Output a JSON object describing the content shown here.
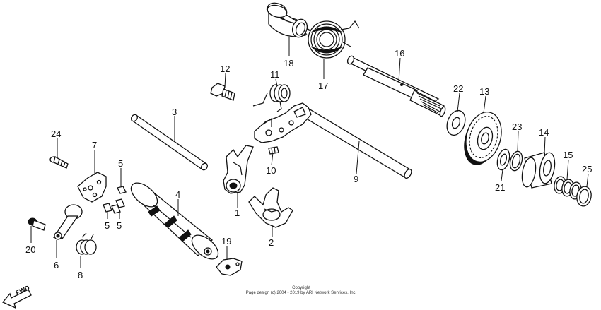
{
  "diagram": {
    "callouts": [
      {
        "id": "1",
        "label": "1"
      },
      {
        "id": "2",
        "label": "2"
      },
      {
        "id": "3",
        "label": "3"
      },
      {
        "id": "4",
        "label": "4"
      },
      {
        "id": "5a",
        "label": "5"
      },
      {
        "id": "5b",
        "label": "5"
      },
      {
        "id": "5c",
        "label": "5"
      },
      {
        "id": "6",
        "label": "6"
      },
      {
        "id": "7",
        "label": "7"
      },
      {
        "id": "8",
        "label": "8"
      },
      {
        "id": "9",
        "label": "9"
      },
      {
        "id": "10",
        "label": "10"
      },
      {
        "id": "11",
        "label": "11"
      },
      {
        "id": "12",
        "label": "12"
      },
      {
        "id": "13",
        "label": "13"
      },
      {
        "id": "14",
        "label": "14"
      },
      {
        "id": "15",
        "label": "15"
      },
      {
        "id": "16",
        "label": "16"
      },
      {
        "id": "17",
        "label": "17"
      },
      {
        "id": "18",
        "label": "18"
      },
      {
        "id": "19",
        "label": "19"
      },
      {
        "id": "20",
        "label": "20"
      },
      {
        "id": "21",
        "label": "21"
      },
      {
        "id": "22",
        "label": "22"
      },
      {
        "id": "23",
        "label": "23"
      },
      {
        "id": "24",
        "label": "24"
      },
      {
        "id": "25",
        "label": "25"
      }
    ],
    "direction_label": "FWD",
    "copyright_line1": "Copyright",
    "copyright_line2": "Page design (c) 2004 - 2019 by ARI Network Services, Inc."
  }
}
